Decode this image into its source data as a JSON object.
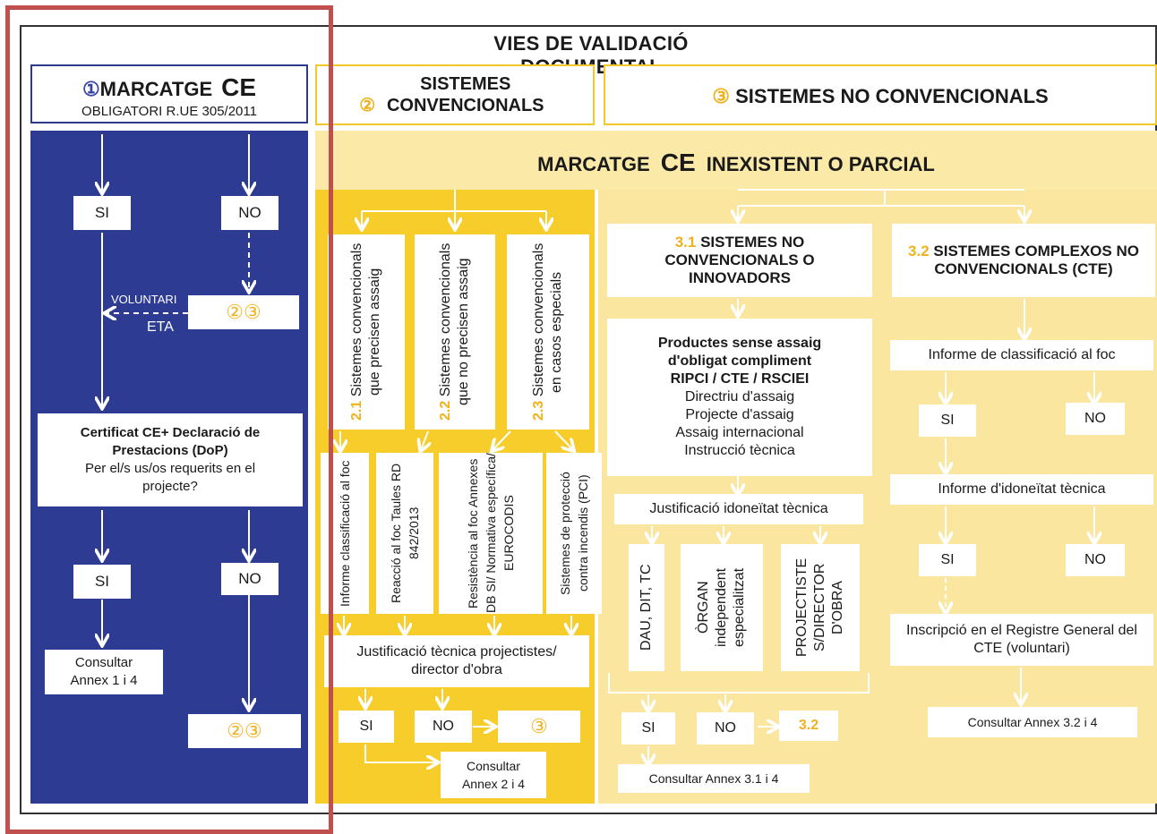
{
  "title": "VIES DE VALIDACIÓ DOCUMENTAL",
  "col1": {
    "circle": "①",
    "heading": "MARCATGE",
    "ce_mark": "CE",
    "subheading": "OBLIGATORI R.UE 305/2011",
    "si_top": "SI",
    "no_top": "NO",
    "ref_top": "②③",
    "voluntari": "VOLUNTARI",
    "eta": "ETA",
    "cert_title": "Certificat CE+ Declaració de Prestacions (DoP)",
    "cert_question": "Per el/s us/os requerits en el projecte?",
    "si_bottom": "SI",
    "no_bottom": "NO",
    "consult": "Consultar Annex 1 i 4",
    "ref_bottom": "②③"
  },
  "col2": {
    "circle": "②",
    "heading": "SISTEMES CONVENCIONALS",
    "sub": [
      {
        "num": "2.1",
        "label": "Sistemes convencionals que precisen assaig"
      },
      {
        "num": "2.2",
        "label": "Sistemes convencionals que no precisen assaig"
      },
      {
        "num": "2.3",
        "label": "Sistemes convencionals en casos especials"
      }
    ],
    "items": [
      "Informe classificació al foc",
      "Reacció al foc Taules RD 842/2013",
      "Resistència al foc Annexes DB SI/ Normativa específica/ EUROCODIS",
      "Sistemes de protecció contra incendis (PCI)"
    ],
    "justification": "Justificació tècnica projectistes/ director d'obra",
    "si": "SI",
    "no": "NO",
    "ref": "③",
    "consult": "Consultar Annex 2 i 4"
  },
  "col3": {
    "circle": "③",
    "heading": "SISTEMES NO CONVENCIONALS",
    "band_pre": "MARCATGE",
    "band_ce": "CE",
    "band_post": "INEXISTENT O PARCIAL",
    "s31": {
      "num": "3.1",
      "title": "SISTEMES NO CONVENCIONALS O INNOVADORS",
      "products_title": "Productes sense assaig d'obligat compliment",
      "products_regs": "RIPCI / CTE / RSCIEI",
      "products_list": [
        "Directriu d'assaig",
        "Projecte d'assaig",
        "Assaig internacional",
        "Instrucció tècnica"
      ],
      "justif": "Justificació idoneïtat tècnica",
      "orgs": [
        "DAU, DIT, TC",
        "ÒRGAN independent especialitzat",
        "PROJECTISTE S/DIRECTOR D'OBRA"
      ],
      "si": "SI",
      "no": "NO",
      "ref": "3.2",
      "consult": "Consultar Annex 3.1 i 4"
    },
    "s32": {
      "num": "3.2",
      "title": "SISTEMES COMPLEXOS NO CONVENCIONALS (CTE)",
      "informe_foc": "Informe de classificació al foc",
      "si1": "SI",
      "no1": "NO",
      "informe_idon": "Informe d'idoneïtat tècnica",
      "si2": "SI",
      "no2": "NO",
      "registre": "Inscripció en el Registre General del CTE (voluntari)",
      "consult": "Consultar Annex 3.2 i 4"
    }
  },
  "colors": {
    "blue": "#2d3b92",
    "yellow": "#f7cd2c",
    "pale_yellow": "#fbe6a0",
    "highlight": "#c0504d"
  }
}
